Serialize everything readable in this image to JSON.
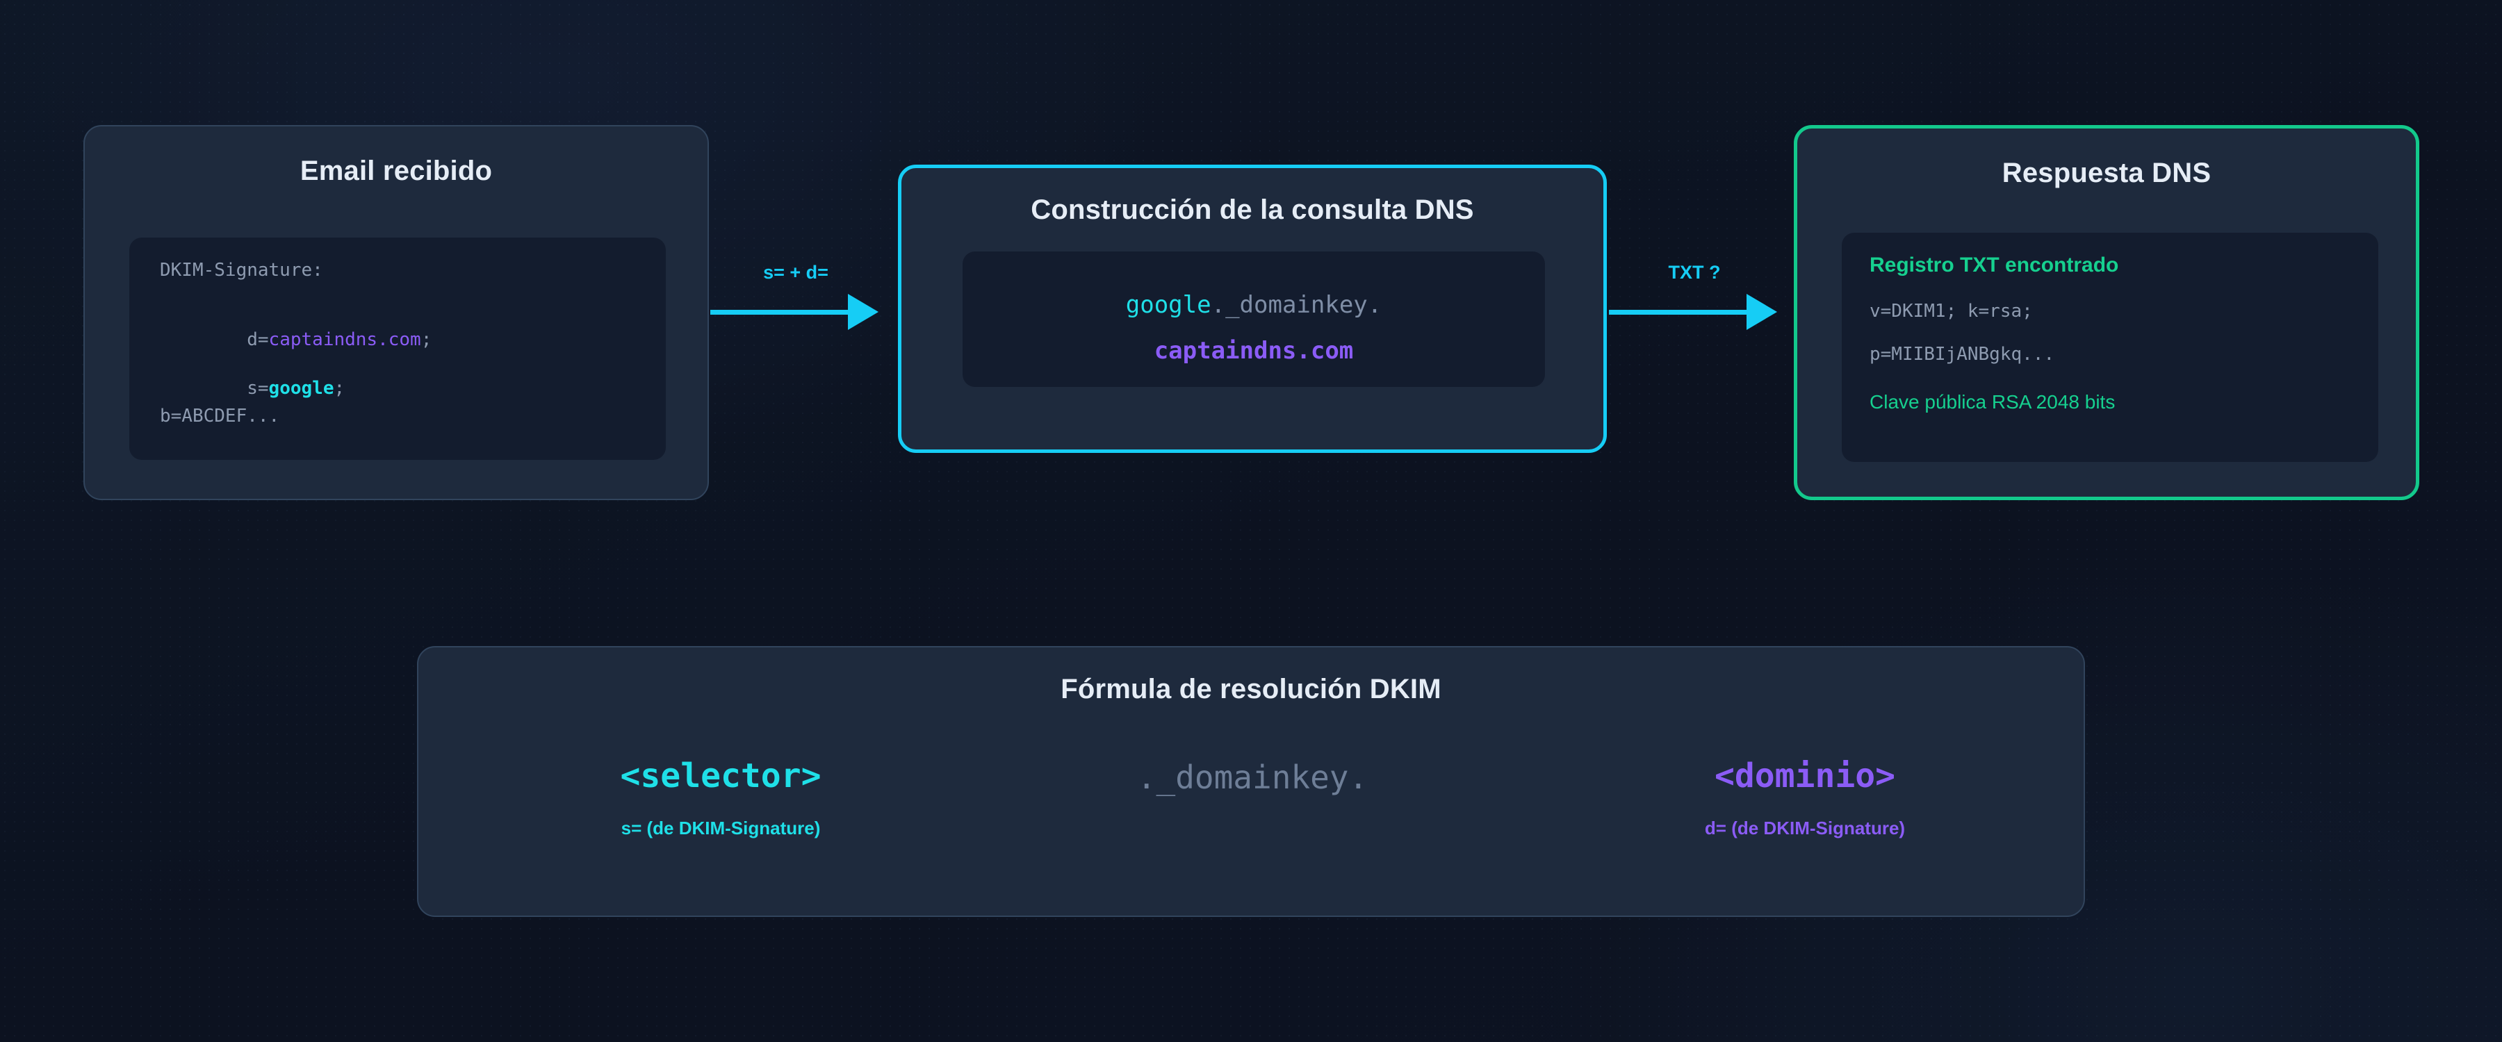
{
  "theme": {
    "background": "#0d1424",
    "card_bg": "#1e2a3d",
    "code_bg": "#131c2e",
    "cyan": "#16cdf5",
    "green": "#13c98c",
    "purple": "#8b5cf6",
    "title_text": "#e6edf6",
    "muted_text": "#8e9bb0"
  },
  "email_card": {
    "title": "Email recibido",
    "code": {
      "line1": "DKIM-Signature:",
      "line2_key": "d=",
      "line2_value": "captaindns.com",
      "line2_semi": ";",
      "line3_key": "s=",
      "line3_value": "google",
      "line3_semi": ";",
      "line4": "b=ABCDEF..."
    }
  },
  "arrow1": {
    "label": "s= + d="
  },
  "query_card": {
    "title": "Construcción de la consulta DNS",
    "query_selector": "google",
    "query_middle": "._domainkey.",
    "query_domain": "captaindns.com"
  },
  "arrow2": {
    "label": "TXT ?"
  },
  "dns_card": {
    "title": "Respuesta DNS",
    "record_found": "Registro TXT encontrado",
    "record_line1": "v=DKIM1; k=rsa;",
    "record_line2": "p=MIIBIjANBgkq...",
    "key_info": "Clave pública RSA 2048 bits"
  },
  "formula_card": {
    "title": "Fórmula de resolución DKIM",
    "selector_term": "<selector>",
    "selector_sub": "s= (de DKIM-Signature)",
    "middle_term": "._domainkey.",
    "domain_term": "<dominio>",
    "domain_sub": "d= (de DKIM-Signature)"
  }
}
